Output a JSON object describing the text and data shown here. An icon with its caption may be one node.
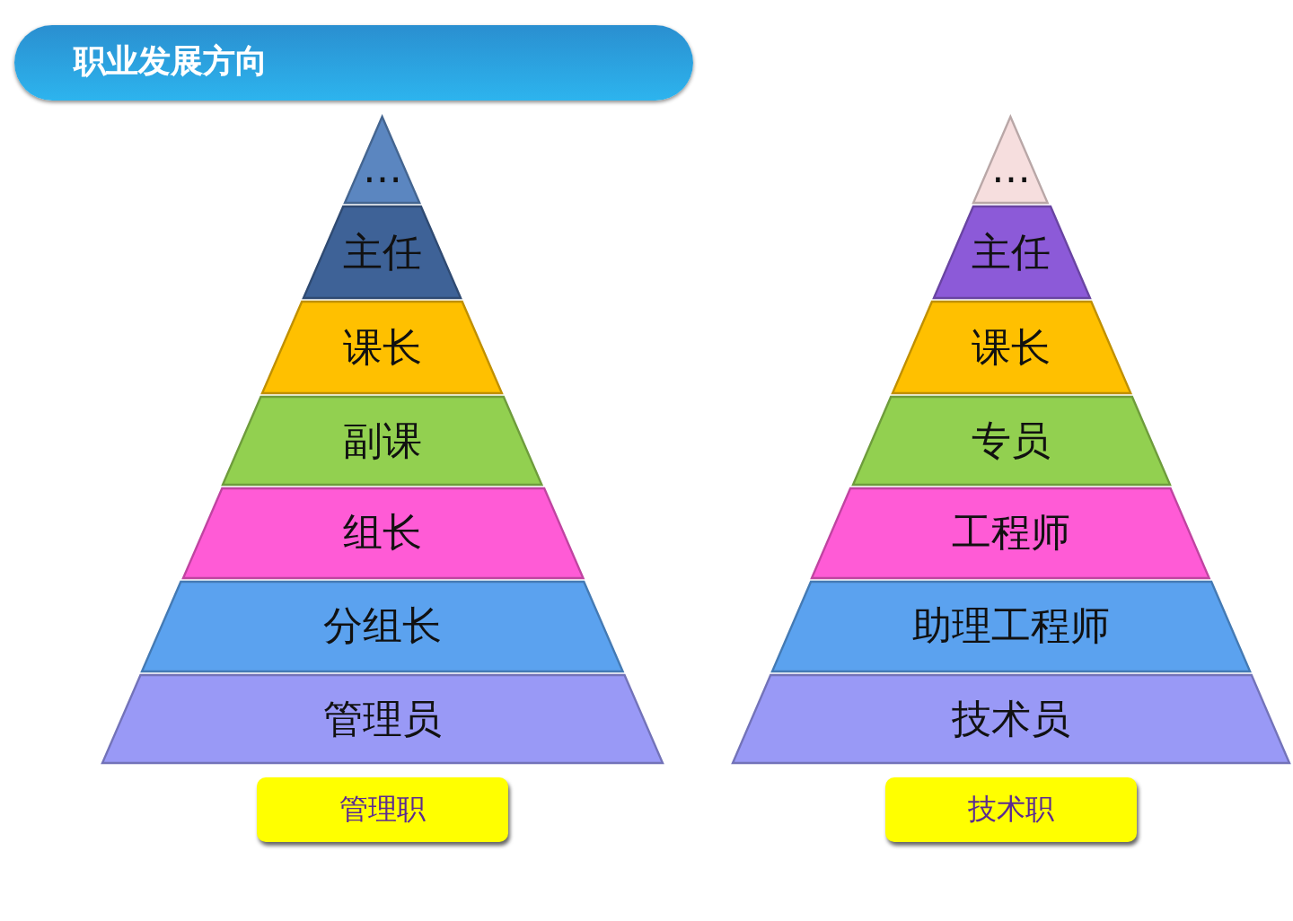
{
  "diagram": {
    "title": "职业发展方向",
    "nodes": [
      {
        "text": [
          "…"
        ]
      },
      {
        "text": [
          "主任"
        ]
      },
      {
        "text": [
          "课长"
        ]
      },
      {
        "text": [
          "副课"
        ]
      },
      {
        "text": [
          "组长"
        ]
      },
      {
        "text": [
          "分组长"
        ]
      },
      {
        "text": [
          "管理员"
        ]
      },
      {
        "text": [
          "管理职"
        ]
      },
      {
        "text": [
          "…"
        ]
      },
      {
        "text": [
          "主任"
        ]
      },
      {
        "text": [
          "课长"
        ]
      },
      {
        "text": [
          "专员"
        ]
      },
      {
        "text": [
          "工程师"
        ]
      },
      {
        "text": [
          "助理工程师"
        ]
      },
      {
        "text": [
          "技术员"
        ]
      },
      {
        "text": [
          "技术职"
        ]
      }
    ]
  }
}
